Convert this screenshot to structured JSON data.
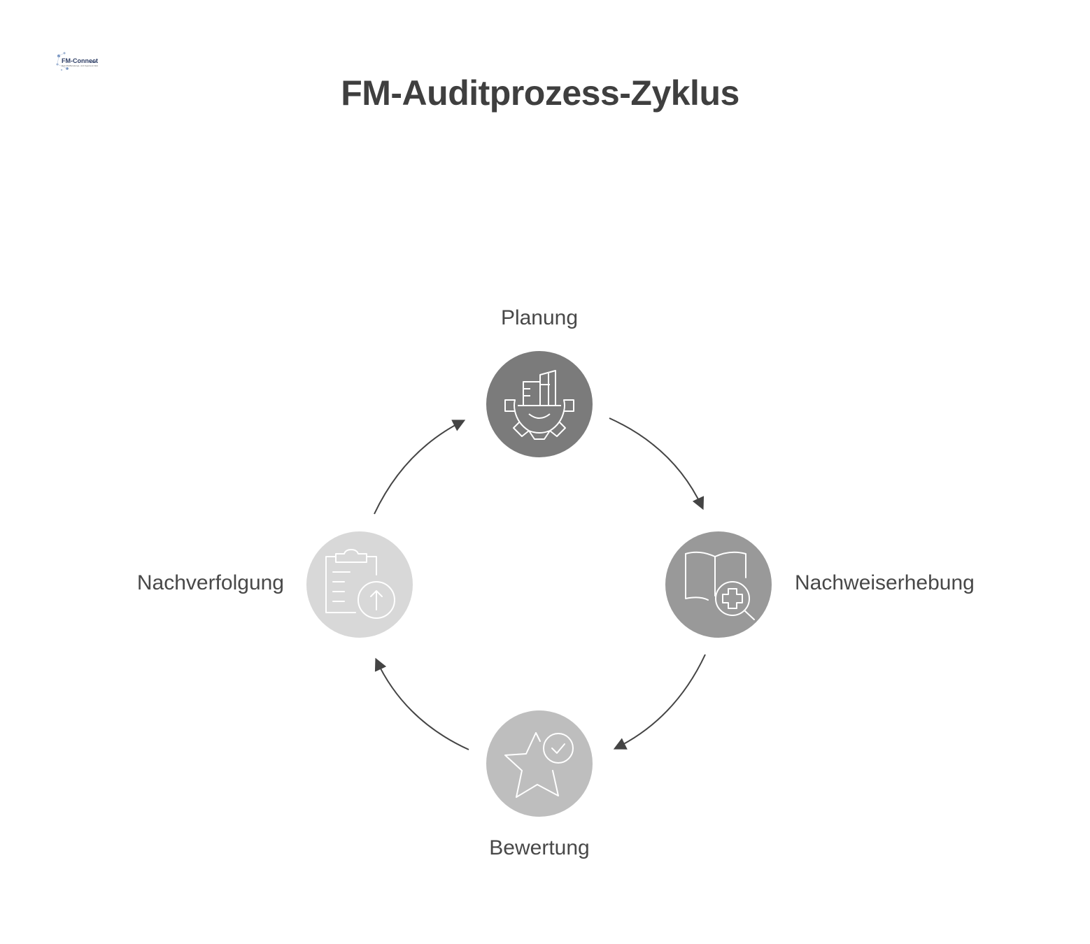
{
  "title": "FM-Auditprozess-Zyklus",
  "logo": {
    "text": "FM-Connect.com",
    "tagline": "Das FM-Beratungs- und Ingenieur-Netzwerk"
  },
  "stages": [
    {
      "label": "Planung",
      "icon": "gear-building-icon",
      "color": "#7b7b7b"
    },
    {
      "label": "Nachweiserhebung",
      "icon": "book-search-icon",
      "color": "#999999"
    },
    {
      "label": "Bewertung",
      "icon": "star-check-icon",
      "color": "#bebebe"
    },
    {
      "label": "Nachverfolgung",
      "icon": "clipboard-upload-icon",
      "color": "#d8d8d8"
    }
  ],
  "arrow_color": "#444444"
}
